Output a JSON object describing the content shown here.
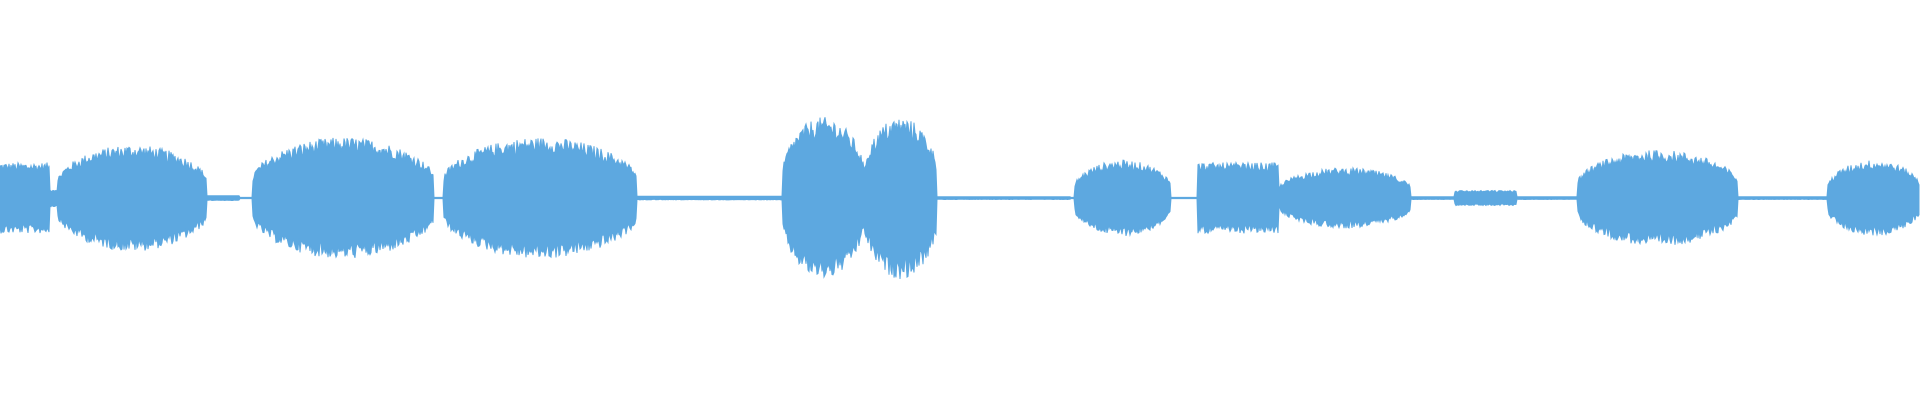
{
  "waveform": {
    "color": "#5DA8E0",
    "background": "#FFFFFF",
    "segments": [
      {
        "start": 0.0,
        "end": 0.026,
        "peak": 0.28,
        "shape": "flat"
      },
      {
        "start": 0.026,
        "end": 0.03,
        "peak": 0.07,
        "shape": "flat"
      },
      {
        "start": 0.03,
        "end": 0.108,
        "peak": 0.42,
        "shape": "swell"
      },
      {
        "start": 0.108,
        "end": 0.125,
        "peak": 0.02,
        "shape": "flat"
      },
      {
        "start": 0.132,
        "end": 0.226,
        "peak": 0.48,
        "shape": "swell"
      },
      {
        "start": 0.231,
        "end": 0.332,
        "peak": 0.48,
        "shape": "swell"
      },
      {
        "start": 0.332,
        "end": 0.408,
        "peak": 0.015,
        "shape": "flat"
      },
      {
        "start": 0.408,
        "end": 0.45,
        "peak": 0.64,
        "shape": "swell"
      },
      {
        "start": 0.45,
        "end": 0.488,
        "peak": 0.64,
        "shape": "swell"
      },
      {
        "start": 0.488,
        "end": 0.558,
        "peak": 0.012,
        "shape": "flat"
      },
      {
        "start": 0.56,
        "end": 0.61,
        "peak": 0.3,
        "shape": "swell"
      },
      {
        "start": 0.624,
        "end": 0.666,
        "peak": 0.28,
        "shape": "flat"
      },
      {
        "start": 0.666,
        "end": 0.735,
        "peak": 0.24,
        "shape": "swell"
      },
      {
        "start": 0.735,
        "end": 0.758,
        "peak": 0.012,
        "shape": "flat"
      },
      {
        "start": 0.758,
        "end": 0.79,
        "peak": 0.06,
        "shape": "flat"
      },
      {
        "start": 0.79,
        "end": 0.822,
        "peak": 0.012,
        "shape": "flat"
      },
      {
        "start": 0.822,
        "end": 0.905,
        "peak": 0.38,
        "shape": "swell"
      },
      {
        "start": 0.905,
        "end": 0.952,
        "peak": 0.012,
        "shape": "flat"
      },
      {
        "start": 0.952,
        "end": 1.0,
        "peak": 0.3,
        "shape": "swell"
      }
    ]
  }
}
